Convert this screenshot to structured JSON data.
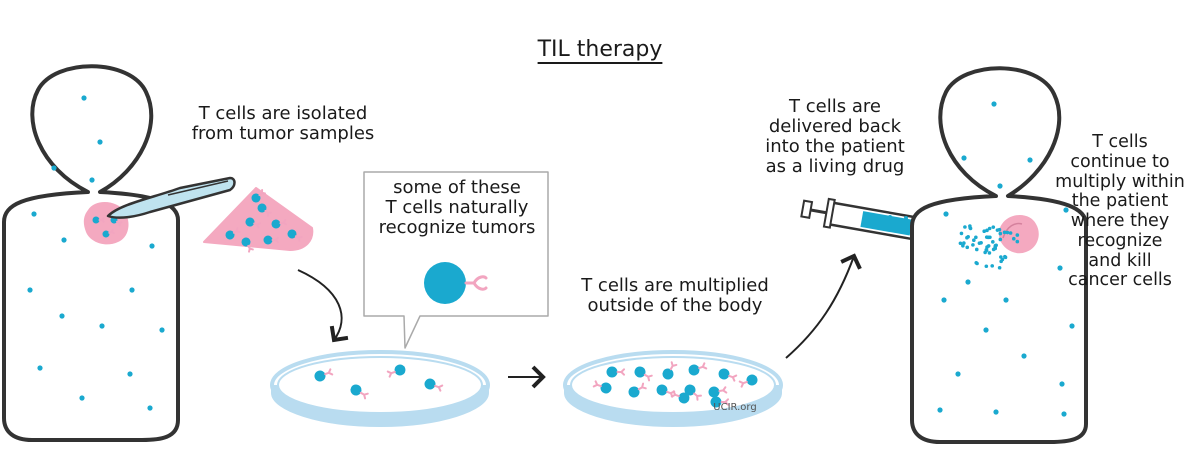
{
  "title": "TIL therapy",
  "captions": {
    "isolated": "T cells are isolated\nfrom tumor samples",
    "recognize": "some of these\nT cells naturally\nrecognize tumors",
    "multiplied": "T cells are multiplied\noutside of the body",
    "delivered": "T cells are\ndelivered back\ninto the patient\nas a living drug",
    "continue": "T cells\ncontinue to\nmultiply within\nthe patient\nwhere they\nrecognize\nand kill\ncancer cells"
  },
  "credit": "UCIR.org",
  "colors": {
    "t_cell": "#1aa9cf",
    "receptor": "#f2a5c0",
    "tumor": "#f4a9c0",
    "dish": "#b9dcf0",
    "outline": "#333333"
  }
}
